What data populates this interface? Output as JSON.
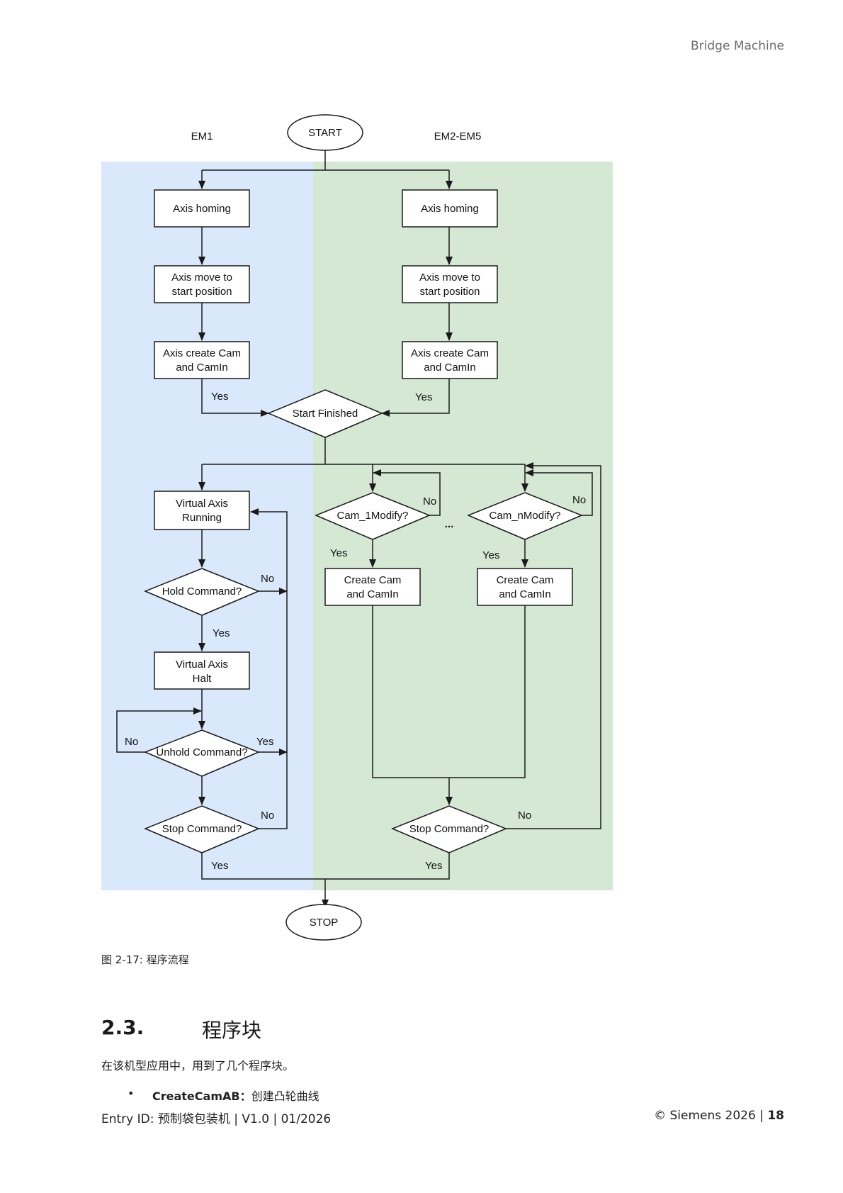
{
  "header": {
    "title": "Bridge Machine"
  },
  "flowchart": {
    "lanes": {
      "left": "EM1",
      "right": "EM2-EM5"
    },
    "terminals": {
      "start": "START",
      "stop": "STOP"
    },
    "left": {
      "homing": [
        "Axis homing"
      ],
      "move": [
        "Axis move to",
        "start position"
      ],
      "create": [
        "Axis create Cam",
        "and CamIn"
      ],
      "virtual_running": [
        "Virtual Axis",
        "Running"
      ],
      "hold": [
        "Hold Command?"
      ],
      "virtual_halt": [
        "Virtual Axis",
        "Halt"
      ],
      "unhold": [
        "Unhold Command?"
      ],
      "stop": [
        "Stop Command?"
      ]
    },
    "right": {
      "homing": [
        "Axis homing"
      ],
      "move": [
        "Axis move to",
        "start position"
      ],
      "create": [
        "Axis create Cam",
        "and CamIn"
      ],
      "cam1": [
        "Cam_1Modify?"
      ],
      "camn": [
        "Cam_nModify?"
      ],
      "create1": [
        "Create Cam",
        "and CamIn"
      ],
      "createn": [
        "Create Cam",
        "and CamIn"
      ],
      "stop": [
        "Stop Command?"
      ]
    },
    "start_finished": [
      "Start Finished"
    ],
    "ellipsis": "...",
    "labels": {
      "yes": "Yes",
      "no": "No"
    }
  },
  "colors": {
    "lane_left": "#dae8fc",
    "lane_right": "#d5e8d4"
  },
  "caption": "图 2-17: 程序流程",
  "section": {
    "number": "2.3.",
    "title": "程序块"
  },
  "body": "在该机型应用中，用到了几个程序块。",
  "bullet": {
    "bold": "CreateCamAB：",
    "text": "创建凸轮曲线"
  },
  "footer": {
    "left": "Entry ID: 预制袋包装机 | V1.0 | 01/2026",
    "copyright": "© Siemens 2026 |",
    "page": "18"
  }
}
